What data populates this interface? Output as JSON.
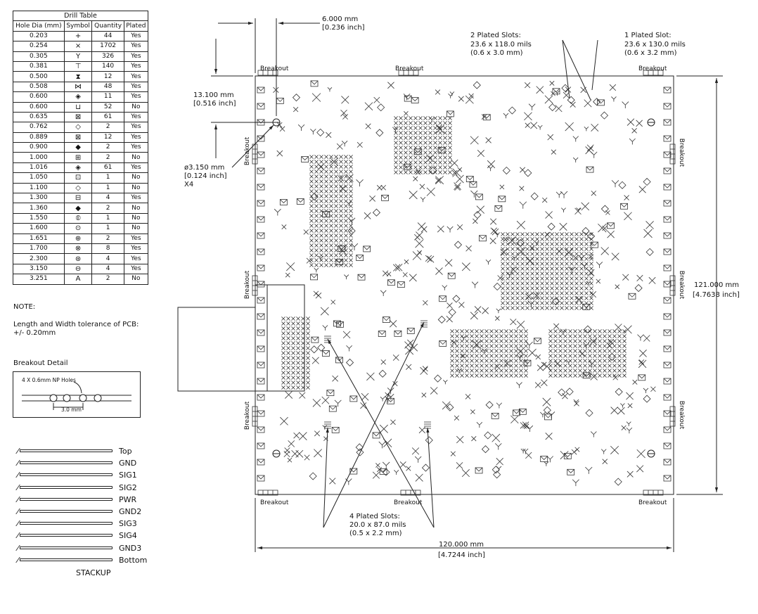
{
  "drill_table": {
    "title": "Drill Table",
    "headers": [
      "Hole Dia (mm)",
      "Symbol",
      "Quantity",
      "Plated"
    ],
    "rows": [
      {
        "dia": "0.203",
        "symbol": "plus",
        "sym": "+",
        "qty": "44",
        "plated": "Yes"
      },
      {
        "dia": "0.254",
        "symbol": "cross",
        "sym": "×",
        "qty": "1702",
        "plated": "Yes"
      },
      {
        "dia": "0.305",
        "symbol": "y",
        "sym": "Y",
        "qty": "326",
        "plated": "Yes"
      },
      {
        "dia": "0.381",
        "symbol": "tee",
        "sym": "⊤",
        "qty": "140",
        "plated": "Yes"
      },
      {
        "dia": "0.500",
        "symbol": "hourglass",
        "sym": "⧗",
        "qty": "12",
        "plated": "Yes"
      },
      {
        "dia": "0.508",
        "symbol": "bowtie",
        "sym": "⋈",
        "qty": "48",
        "plated": "Yes"
      },
      {
        "dia": "0.600",
        "symbol": "diamond-dot",
        "sym": "◈",
        "qty": "11",
        "plated": "Yes"
      },
      {
        "dia": "0.600",
        "symbol": "square-u",
        "sym": "⊔",
        "qty": "52",
        "plated": "No"
      },
      {
        "dia": "0.635",
        "symbol": "square-v",
        "sym": "⊠",
        "qty": "61",
        "plated": "Yes"
      },
      {
        "dia": "0.762",
        "symbol": "diamond-x",
        "sym": "◇",
        "qty": "2",
        "plated": "Yes"
      },
      {
        "dia": "0.889",
        "symbol": "square-x",
        "sym": "⊠",
        "qty": "12",
        "plated": "Yes"
      },
      {
        "dia": "0.900",
        "symbol": "diamond-plus",
        "sym": "◆",
        "qty": "2",
        "plated": "Yes"
      },
      {
        "dia": "1.000",
        "symbol": "square-plus",
        "sym": "⊞",
        "qty": "2",
        "plated": "No"
      },
      {
        "dia": "1.016",
        "symbol": "diamond-cross",
        "sym": "◈",
        "qty": "61",
        "plated": "Yes"
      },
      {
        "dia": "1.050",
        "symbol": "square-y",
        "sym": "⊡",
        "qty": "1",
        "plated": "No"
      },
      {
        "dia": "1.100",
        "symbol": "diamond-tee",
        "sym": "◇",
        "qty": "1",
        "plated": "No"
      },
      {
        "dia": "1.300",
        "symbol": "square-line",
        "sym": "⊟",
        "qty": "4",
        "plated": "Yes"
      },
      {
        "dia": "1.360",
        "symbol": "diamond-line",
        "sym": "◆",
        "qty": "2",
        "plated": "No"
      },
      {
        "dia": "1.550",
        "symbol": "circle-bar",
        "sym": "⦶",
        "qty": "1",
        "plated": "No"
      },
      {
        "dia": "1.600",
        "symbol": "circle-v",
        "sym": "⊙",
        "qty": "1",
        "plated": "No"
      },
      {
        "dia": "1.651",
        "symbol": "circle-plus",
        "sym": "⊕",
        "qty": "2",
        "plated": "Yes"
      },
      {
        "dia": "1.700",
        "symbol": "circle-x",
        "sym": "⊗",
        "qty": "8",
        "plated": "Yes"
      },
      {
        "dia": "2.300",
        "symbol": "circle-y",
        "sym": "⊛",
        "qty": "4",
        "plated": "Yes"
      },
      {
        "dia": "3.150",
        "symbol": "circle-tee",
        "sym": "⊖",
        "qty": "4",
        "plated": "Yes"
      },
      {
        "dia": "3.251",
        "symbol": "letter-a",
        "sym": "A",
        "qty": "2",
        "plated": "No"
      }
    ]
  },
  "notes": {
    "heading": "NOTE:",
    "tolerance_line1": "Length and Width tolerance of PCB:",
    "tolerance_line2": "+/- 0.20mm"
  },
  "breakout_detail": {
    "title": "Breakout Detail",
    "holes_label": "4 X 0.6mm NP Holes",
    "spacing_label": "3.0 mm"
  },
  "stackup": {
    "title": "STACKUP",
    "layers": [
      "Top",
      "GND",
      "SIG1",
      "SIG2",
      "PWR",
      "GND2",
      "SIG3",
      "SIG4",
      "GND3",
      "Bottom"
    ]
  },
  "dimensions": {
    "width_mm": "120.000 mm",
    "width_in": "[4.7244 inch]",
    "height_mm": "121.000 mm",
    "height_in": "[4.7638 inch]",
    "hole_offset_x_mm": "6.000 mm",
    "hole_offset_x_in": "[0.236 inch]",
    "hole_offset_y_mm": "13.100 mm",
    "hole_offset_y_in": "[0.516 inch]",
    "hole_dia_mm": "ø3.150 mm",
    "hole_dia_in": "[0.124 inch]",
    "hole_count": "X4"
  },
  "slot_callouts": {
    "two_slots_l1": "2 Plated Slots:",
    "two_slots_l2": "23.6 x 118.0 mils",
    "two_slots_l3": "(0.6 x 3.0 mm)",
    "one_slot_l1": "1 Plated Slot:",
    "one_slot_l2": "23.6 x 130.0 mils",
    "one_slot_l3": "(0.6 x 3.2 mm)",
    "four_slots_l1": "4 Plated Slots:",
    "four_slots_l2": "20.0 x 87.0 mils",
    "four_slots_l3": "(0.5 x 2.2 mm)"
  },
  "breakout_label": "Breakout"
}
